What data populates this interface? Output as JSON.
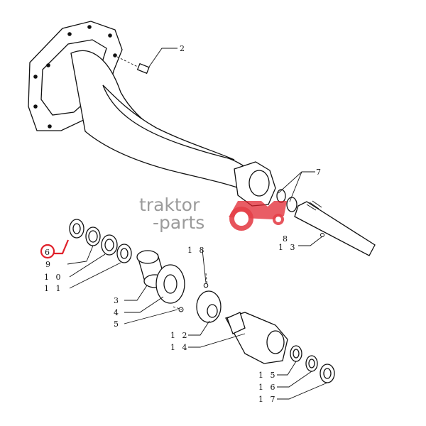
{
  "callouts": {
    "c2": "2",
    "c7": "7",
    "c8": "8",
    "c13": "1 3",
    "c6": "6",
    "c9": "9",
    "c10": "1 0",
    "c11": "1 1",
    "c3": "3",
    "c4": "4",
    "c5": "5",
    "c18": "1 8",
    "c12": "1 2",
    "c14": "1 4",
    "c15": "1 5",
    "c16": "1 6",
    "c17": "1 7"
  },
  "watermark": {
    "line1": "traktor",
    "line2": "-parts"
  },
  "colors": {
    "highlight": "#e0202a",
    "logo": "#e0202a",
    "ink": "#111111",
    "watermark_text": "#8a8a8a"
  }
}
